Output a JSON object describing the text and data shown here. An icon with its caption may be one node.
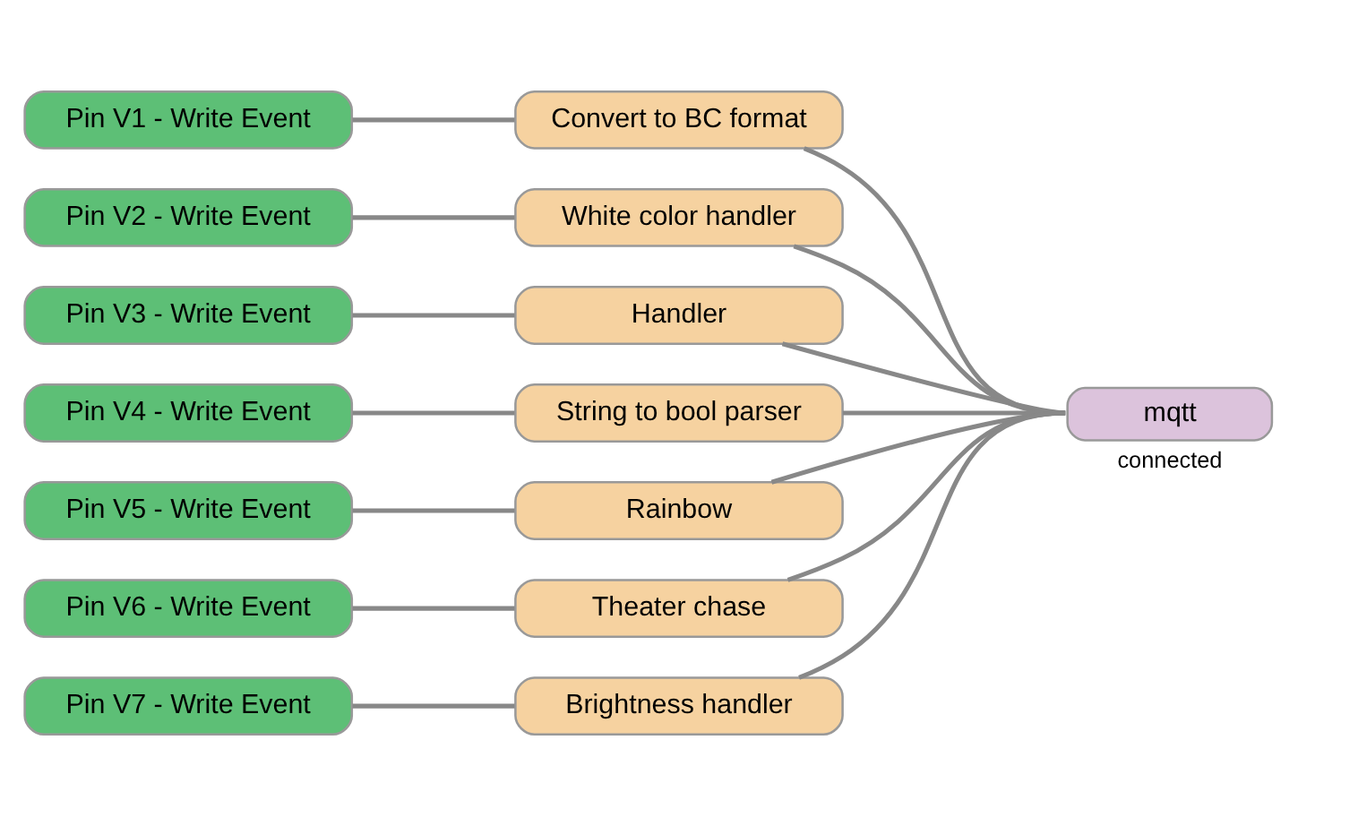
{
  "diagram": {
    "nodes": [
      {
        "text": [
          "Pin V1 - Write Event"
        ]
      },
      {
        "text": [
          "Pin V2 - Write Event"
        ]
      },
      {
        "text": [
          "Pin V3 - Write Event"
        ]
      },
      {
        "text": [
          "Pin V4 - Write Event"
        ]
      },
      {
        "text": [
          "Pin V5 - Write Event"
        ]
      },
      {
        "text": [
          "Pin V6 - Write Event"
        ]
      },
      {
        "text": [
          "Pin V7 - Write Event"
        ]
      },
      {
        "text": [
          "Convert to BC format"
        ]
      },
      {
        "text": [
          "White color handler"
        ]
      },
      {
        "text": [
          "Handler"
        ]
      },
      {
        "text": [
          "String to bool parser"
        ]
      },
      {
        "text": [
          "Rainbow"
        ]
      },
      {
        "text": [
          "Theater chase"
        ]
      },
      {
        "text": [
          "Brightness handler"
        ]
      },
      {
        "text": [
          "mqtt"
        ],
        "beside": [
          "connected"
        ]
      }
    ],
    "edges": [
      {
        "from": 0,
        "to": 7,
        "arrow": "none"
      },
      {
        "from": 1,
        "to": 8,
        "arrow": "none"
      },
      {
        "from": 2,
        "to": 9,
        "arrow": "none"
      },
      {
        "from": 3,
        "to": 10,
        "arrow": "none"
      },
      {
        "from": 4,
        "to": 11,
        "arrow": "none"
      },
      {
        "from": 5,
        "to": 12,
        "arrow": "none"
      },
      {
        "from": 6,
        "to": 13,
        "arrow": "none"
      },
      {
        "from": 7,
        "to": 14,
        "arrow": "none"
      },
      {
        "from": 8,
        "to": 14,
        "arrow": "none"
      },
      {
        "from": 9,
        "to": 14,
        "arrow": "none"
      },
      {
        "from": 10,
        "to": 14,
        "arrow": "none"
      },
      {
        "from": 11,
        "to": 14,
        "arrow": "none"
      },
      {
        "from": 12,
        "to": 14,
        "arrow": "none"
      },
      {
        "from": 13,
        "to": 14,
        "arrow": "none"
      }
    ]
  }
}
